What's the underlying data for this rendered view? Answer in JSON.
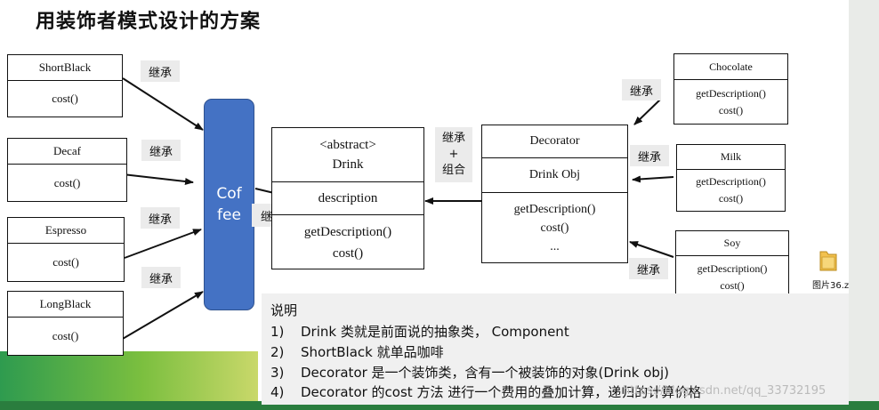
{
  "title": "用装饰者模式设计的方案",
  "classes": {
    "shortblack": {
      "name": "ShortBlack",
      "method": "cost()"
    },
    "decaf": {
      "name": "Decaf",
      "method": "cost()"
    },
    "espresso": {
      "name": "Espresso",
      "method": "cost()"
    },
    "longblack": {
      "name": "LongBlack",
      "method": "cost()"
    },
    "drink": {
      "stereotype": "<abstract>",
      "name": "Drink",
      "field": "description",
      "method1": "getDescription()",
      "method2": "cost()"
    },
    "decorator": {
      "name": "Decorator",
      "field": "Drink Obj",
      "method1": "getDescription()",
      "method2": "cost()",
      "method3": "..."
    },
    "chocolate": {
      "name": "Chocolate",
      "method1": "getDescription()",
      "method2": "cost()"
    },
    "milk": {
      "name": "Milk",
      "method1": "getDescription()",
      "method2": "cost()"
    },
    "soy": {
      "name": "Soy",
      "method1": "getDescription()",
      "method2": "cost()"
    }
  },
  "coffee": {
    "line1": "Cof",
    "line2": "fee"
  },
  "labels": {
    "inherit": "继承",
    "inherit_plus": "+",
    "compose": "组合"
  },
  "notes": {
    "heading": "说明",
    "items": [
      {
        "num": "1)",
        "text": "Drink 类就是前面说的抽象类， Component"
      },
      {
        "num": "2)",
        "text": "ShortBlack 就单品咖啡"
      },
      {
        "num": "3)",
        "text": "Decorator 是一个装饰类，含有一个被装饰的对象(Drink obj)"
      },
      {
        "num": "4)",
        "text": "Decorator 的cost 方法 进行一个费用的叠加计算，递归的计算价格"
      }
    ]
  },
  "watermark": "https://blog.csdn.net/qq_33732195",
  "file_label": "图片36.z",
  "colors": {
    "coffee": "#4472c4",
    "label_bg": "#ebebeb",
    "notes_bg": "#f0f0f0"
  }
}
